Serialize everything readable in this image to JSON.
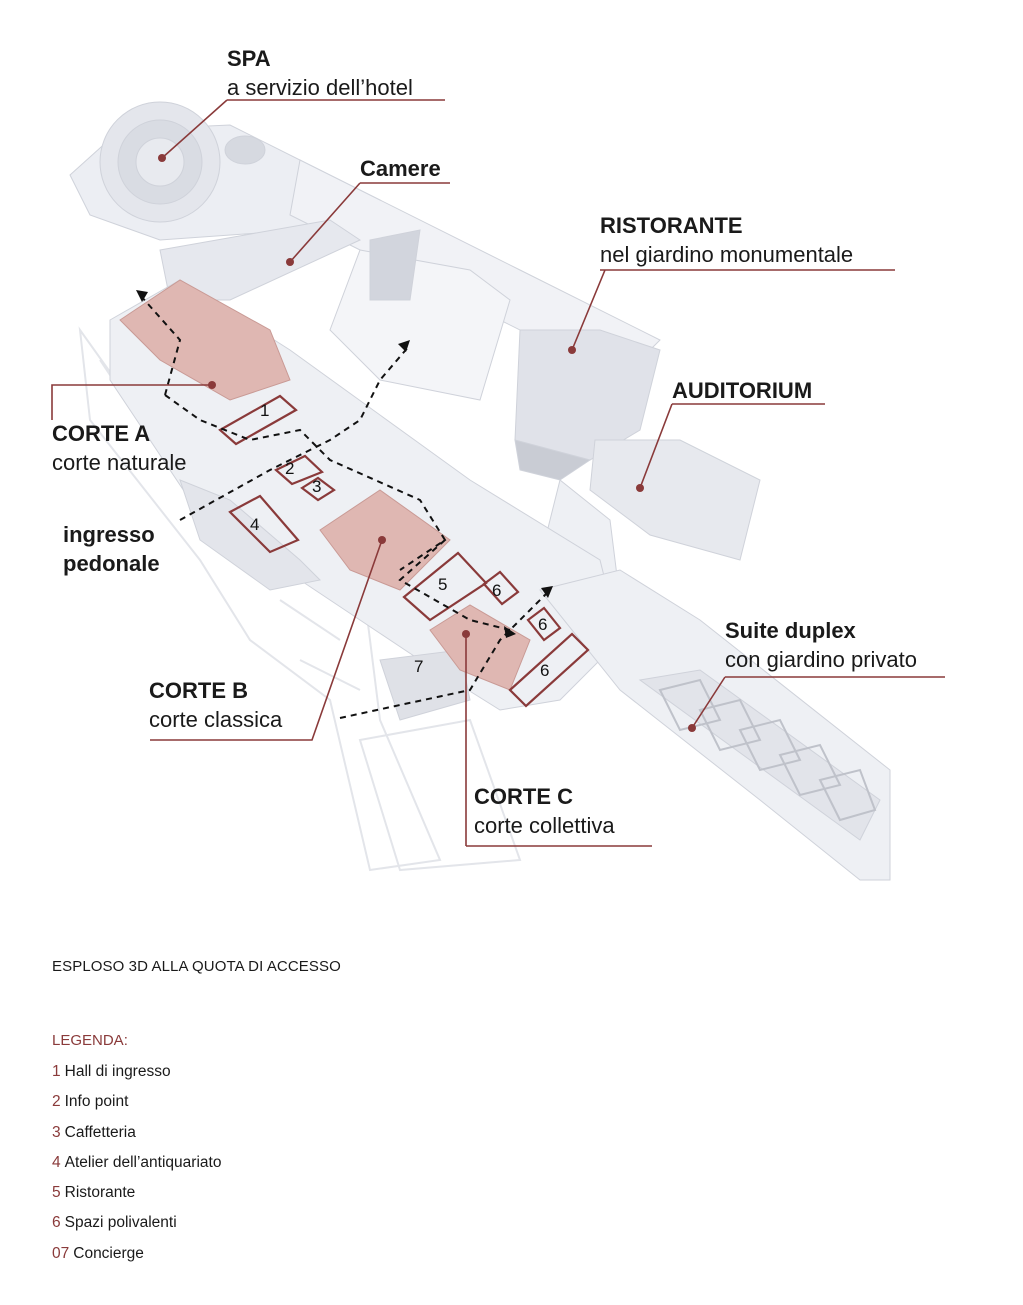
{
  "labels": {
    "spa": {
      "title": "SPA",
      "subtitle": "a servizio dell’hotel"
    },
    "camere": {
      "title": "Camere"
    },
    "ristorante": {
      "title": "RISTORANTE",
      "subtitle": "nel giardino monumentale"
    },
    "auditorium": {
      "title": "AUDITORIUM"
    },
    "corte_a": {
      "title": "CORTE A",
      "subtitle": "corte naturale"
    },
    "ingresso": {
      "line1": "ingresso",
      "line2": "pedonale"
    },
    "corte_b": {
      "title": "CORTE B",
      "subtitle": "corte classica"
    },
    "corte_c": {
      "title": "CORTE C",
      "subtitle": "corte collettiva"
    },
    "suite": {
      "title": "Suite duplex",
      "subtitle": "con giardino privato"
    }
  },
  "map_numbers": [
    "1",
    "2",
    "3",
    "4",
    "5",
    "6",
    "6",
    "6",
    "7"
  ],
  "caption": "ESPLOSO 3D ALLA QUOTA DI ACCESSO",
  "legend": {
    "title": "LEGENDA:",
    "items": [
      {
        "num": "1",
        "label": "Hall di ingresso"
      },
      {
        "num": "2",
        "label": "Info point"
      },
      {
        "num": "3",
        "label": "Caffetteria"
      },
      {
        "num": "4",
        "label": "Atelier dell’antiquariato"
      },
      {
        "num": "5",
        "label": "Ristorante"
      },
      {
        "num": "6",
        "label": "Spazi polivalenti"
      },
      {
        "num": "07",
        "label": "Concierge"
      }
    ]
  },
  "colors": {
    "accent": "#8a3a3a",
    "court_fill": "#dfb7b2",
    "building": "#eceef3",
    "shadow": "#c9ccd4"
  }
}
